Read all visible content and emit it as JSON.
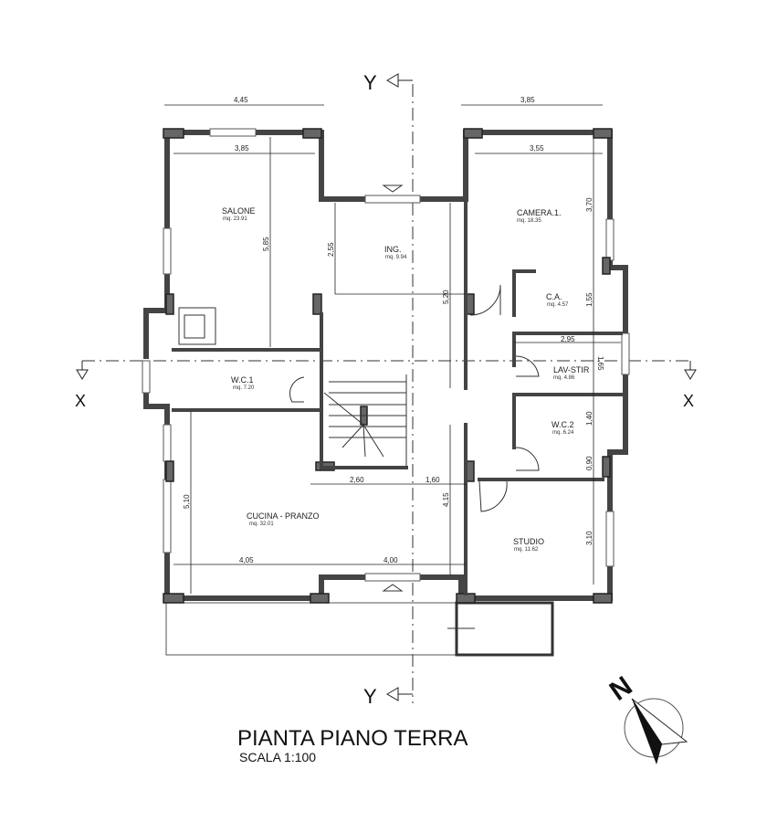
{
  "plan": {
    "title": "PIANTA PIANO TERRA",
    "scale": "SCALA 1:100",
    "north_label": "N",
    "section_labels": {
      "y_top": "Y",
      "y_bottom": "Y",
      "x_left": "X",
      "x_right": "X"
    },
    "rooms": [
      {
        "name": "SALONE",
        "area": "mq. 23.91"
      },
      {
        "name": "ING.",
        "area": "mq. 9.94"
      },
      {
        "name": "CAMERA.1.",
        "area": "mq. 18.35"
      },
      {
        "name": "C.A.",
        "area": "mq. 4.57"
      },
      {
        "name": "LAV-STIR",
        "area": "mq. 4.86"
      },
      {
        "name": "W.C.1",
        "area": "mq. 7.20"
      },
      {
        "name": "W.C.2",
        "area": "mq. 6.24"
      },
      {
        "name": "CUCINA - PRANZO",
        "area": "mq. 32.01"
      },
      {
        "name": "STUDIO",
        "area": "mq. 11.62"
      }
    ],
    "dimensions": {
      "top_left": "4,45",
      "top_right": "3,85",
      "salone_w": "3,85",
      "salone_h": "5,85",
      "camera_w": "3,55",
      "camera_h": "3,70",
      "ing_h": "2,55",
      "corridor_h": "5,20",
      "ca_h": "1,55",
      "lav_w": "2,95",
      "lav_h": "1,65",
      "wc2_h": "1,40",
      "wc2_h2": "0,90",
      "stair_w": "2,60",
      "corr_w": "1,60",
      "cucina_h": "5,10",
      "cucina_h2": "4,15",
      "cucina_w1": "4,05",
      "cucina_w2": "4,00",
      "studio_h": "3,10"
    }
  }
}
